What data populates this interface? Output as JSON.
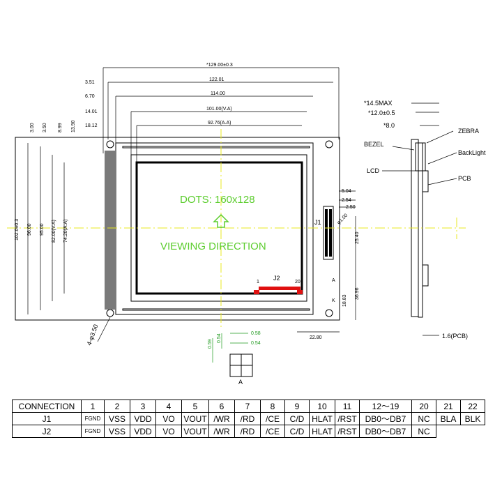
{
  "drawing": {
    "dimensions_top": [
      "*129.00±0.3",
      "122.01",
      "114.00",
      "101.00(V.A)",
      "92.76(A.A)"
    ],
    "dimensions_top_left": [
      "3.51",
      "6.70",
      "14.01",
      "18.12"
    ],
    "dimensions_left_top": [
      "3.00",
      "3.50",
      "8.99",
      "13.90"
    ],
    "dimensions_left": [
      "102.0±0.3",
      "96.00",
      "95.00",
      "82.00(V.A)",
      "74.20(A.A)"
    ],
    "dimensions_right": [
      "5.04",
      "2.54",
      "2.50",
      "25.40",
      "36.96",
      "18.83"
    ],
    "dimension_pin_dia": "φ1.00",
    "dimension_bottom": "22.80",
    "mount_hole": "4-φ3.50",
    "dots_label": "DOTS: 160x128",
    "viewing_label": "VIEWING DIRECTION",
    "j1": "J1",
    "j2": "J2",
    "j2_pin_first": "1",
    "j2_pin_last": "20",
    "pin_a": "A",
    "pin_k": "K",
    "detail_dims": [
      "0.58",
      "0.54",
      "0.59",
      "0.54"
    ],
    "detail_label": "A"
  },
  "side_view": {
    "dims": [
      "*14.5MAX",
      "*12.0±0.5",
      "*8.0"
    ],
    "labels": [
      "ZEBRA",
      "BEZEL",
      "BackLight",
      "LCD",
      "PCB"
    ],
    "pcb_thickness": "1.6(PCB)"
  },
  "table": {
    "header": [
      "CONNECTION",
      "1",
      "2",
      "3",
      "4",
      "5",
      "6",
      "7",
      "8",
      "9",
      "10",
      "11",
      "12～19",
      "20",
      "21",
      "22"
    ],
    "rows": [
      [
        "J1",
        "FGND",
        "VSS",
        "VDD",
        "VO",
        "VOUT",
        "/WR",
        "/RD",
        "/CE",
        "C/D",
        "HLAT",
        "/RST",
        "DB0～DB7",
        "NC",
        "BLA",
        "BLK"
      ],
      [
        "J2",
        "FGND",
        "VSS",
        "VDD",
        "VO",
        "VOUT",
        "/WR",
        "/RD",
        "/CE",
        "C/D",
        "HLAT",
        "/RST",
        "DB0～DB7",
        "NC"
      ]
    ]
  },
  "colors": {
    "annotation_green": "#5ccd2e",
    "connector_red": "#e01010",
    "centerline": "#e8e820"
  }
}
